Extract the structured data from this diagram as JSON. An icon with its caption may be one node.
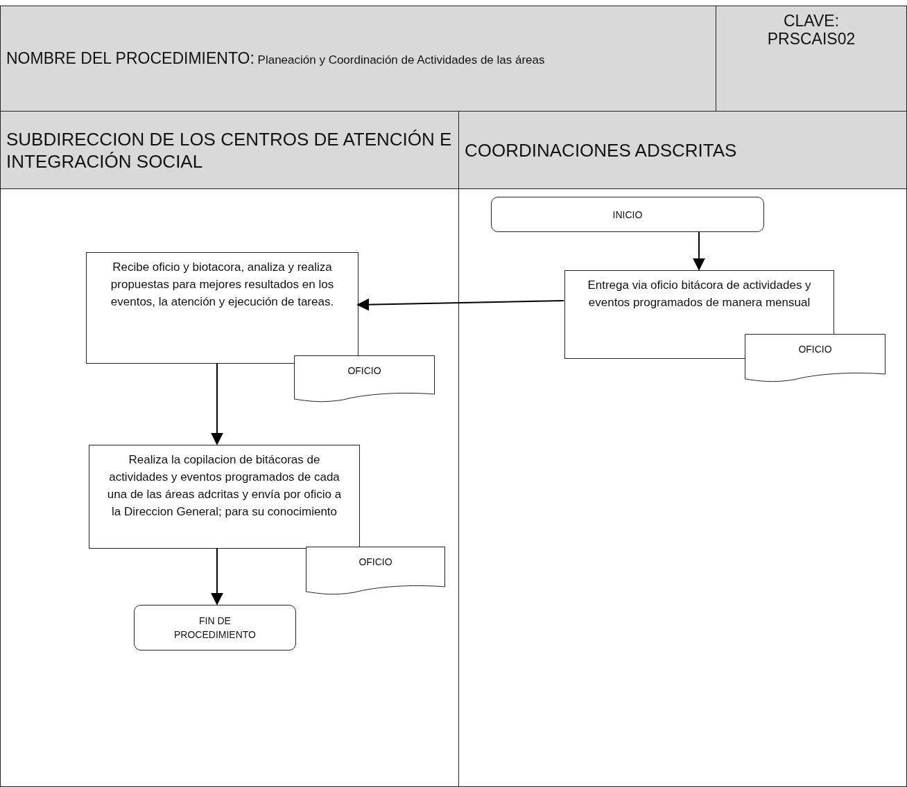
{
  "diagram": {
    "nodes": [
      {
        "text": [
          "NOMBRE DEL PROCEDIMIENTO:",
          "Planeación y Coordinación de Actividades de las áreas"
        ]
      },
      {
        "text": [
          "CLAVE: PRSCAIS02"
        ]
      },
      {
        "text": [
          "SUBDIRECCION DE LOS CENTROS DE ATENCIÓN E INTEGRACIÓN SOCIAL"
        ]
      },
      {
        "text": [
          "COORDINACIONES ADSCRITAS"
        ]
      },
      {
        "text": [
          "INICIO"
        ],
        "in": 3
      },
      {
        "text": [
          "Entrega via oficio bitácora de actividades y eventos programados de manera mensual"
        ],
        "in": 3
      },
      {
        "text": [
          "OFICIO"
        ],
        "in": 3
      },
      {
        "text": [
          "Recibe oficio y biotacora, analiza y realiza propuestas para mejores resultados en los eventos, la atención y ejecución de tareas."
        ],
        "in": 2
      },
      {
        "text": [
          "OFICIO"
        ],
        "in": 2
      },
      {
        "text": [
          "Realiza la copilacion de bitácoras de actividades y eventos programados de cada una de las áreas adcritas y envía por oficio a la Direccion General; para su conocimiento"
        ],
        "in": 2
      },
      {
        "text": [
          "OFICIO"
        ],
        "in": 2
      },
      {
        "text": [
          "FIN DE PROCEDIMIENTO"
        ],
        "in": 2
      }
    ],
    "edges": [
      {
        "from": 4,
        "to": 5,
        "arrow": "to"
      },
      {
        "from": 5,
        "to": 7,
        "arrow": "to"
      },
      {
        "from": 7,
        "to": 9,
        "arrow": "to"
      },
      {
        "from": 9,
        "to": 11,
        "arrow": "to"
      }
    ]
  }
}
